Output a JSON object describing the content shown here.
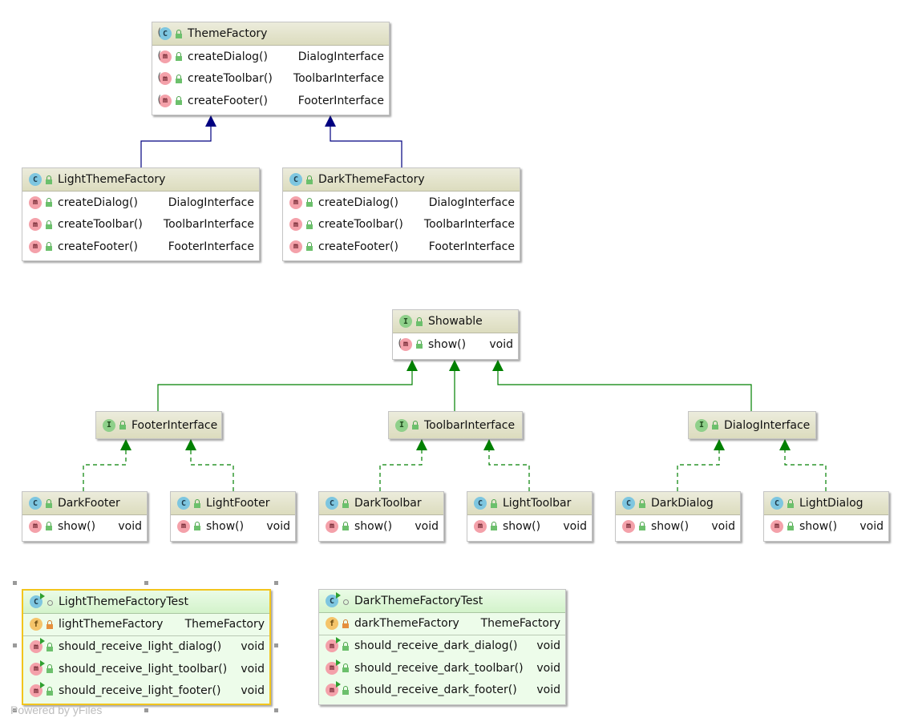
{
  "classes": {
    "themeFactory": {
      "name": "ThemeFactory",
      "methods": [
        {
          "name": "createDialog()",
          "type": "DialogInterface"
        },
        {
          "name": "createToolbar()",
          "type": "ToolbarInterface"
        },
        {
          "name": "createFooter()",
          "type": "FooterInterface"
        }
      ]
    },
    "lightThemeFactory": {
      "name": "LightThemeFactory",
      "methods": [
        {
          "name": "createDialog()",
          "type": "DialogInterface"
        },
        {
          "name": "createToolbar()",
          "type": "ToolbarInterface"
        },
        {
          "name": "createFooter()",
          "type": "FooterInterface"
        }
      ]
    },
    "darkThemeFactory": {
      "name": "DarkThemeFactory",
      "methods": [
        {
          "name": "createDialog()",
          "type": "DialogInterface"
        },
        {
          "name": "createToolbar()",
          "type": "ToolbarInterface"
        },
        {
          "name": "createFooter()",
          "type": "FooterInterface"
        }
      ]
    },
    "showable": {
      "name": "Showable",
      "methods": [
        {
          "name": "show()",
          "type": "void"
        }
      ]
    },
    "footerInterface": {
      "name": "FooterInterface"
    },
    "toolbarInterface": {
      "name": "ToolbarInterface"
    },
    "dialogInterface": {
      "name": "DialogInterface"
    },
    "darkFooter": {
      "name": "DarkFooter",
      "methods": [
        {
          "name": "show()",
          "type": "void"
        }
      ]
    },
    "lightFooter": {
      "name": "LightFooter",
      "methods": [
        {
          "name": "show()",
          "type": "void"
        }
      ]
    },
    "darkToolbar": {
      "name": "DarkToolbar",
      "methods": [
        {
          "name": "show()",
          "type": "void"
        }
      ]
    },
    "lightToolbar": {
      "name": "LightToolbar",
      "methods": [
        {
          "name": "show()",
          "type": "void"
        }
      ]
    },
    "darkDialog": {
      "name": "DarkDialog",
      "methods": [
        {
          "name": "show()",
          "type": "void"
        }
      ]
    },
    "lightDialog": {
      "name": "LightDialog",
      "methods": [
        {
          "name": "show()",
          "type": "void"
        }
      ]
    },
    "lightThemeFactoryTest": {
      "name": "LightThemeFactoryTest",
      "fields": [
        {
          "name": "lightThemeFactory",
          "type": "ThemeFactory"
        }
      ],
      "methods": [
        {
          "name": "should_receive_light_dialog()",
          "type": "void"
        },
        {
          "name": "should_receive_light_toolbar()",
          "type": "void"
        },
        {
          "name": "should_receive_light_footer()",
          "type": "void"
        }
      ]
    },
    "darkThemeFactoryTest": {
      "name": "DarkThemeFactoryTest",
      "fields": [
        {
          "name": "darkThemeFactory",
          "type": "ThemeFactory"
        }
      ],
      "methods": [
        {
          "name": "should_receive_dark_dialog()",
          "type": "void"
        },
        {
          "name": "should_receive_dark_toolbar()",
          "type": "void"
        },
        {
          "name": "should_receive_dark_footer()",
          "type": "void"
        }
      ]
    }
  },
  "icons": {
    "class": "class-icon",
    "abstract_class": "abstract-class-icon",
    "interface": "interface-icon",
    "method": "method-icon",
    "field": "field-icon",
    "test_class": "test-class-icon",
    "public": "public-lock-icon",
    "private": "private-lock-icon"
  },
  "colors": {
    "extends_edge": "#000080",
    "implements_edge": "#008000",
    "selection": "#f2c51d",
    "header": "#dcdcbe",
    "test_header": "#d3f3cb"
  },
  "watermark": "Powered by yFiles"
}
